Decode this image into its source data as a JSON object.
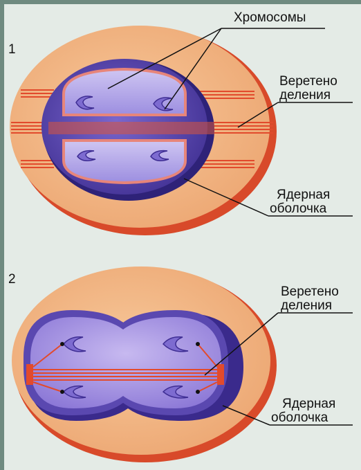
{
  "figure_1": {
    "number": "1",
    "chromosomes_label": "Хромосомы",
    "spindle_label": [
      "Веретено",
      "деления"
    ],
    "envelope_label": [
      "Ядерная",
      "оболочка"
    ]
  },
  "figure_2": {
    "number": "2",
    "spindle_label": [
      "Веретено",
      "деления"
    ],
    "envelope_label": [
      "Ядерная",
      "оболочка"
    ]
  },
  "colors": {
    "cytoplasm": "#f1b884",
    "cell_rim": "#e2532e",
    "nucleus_envelope": "#5a48b0",
    "nucleoplasm": "#b6a9e6",
    "spindle": "#e24a2c"
  }
}
